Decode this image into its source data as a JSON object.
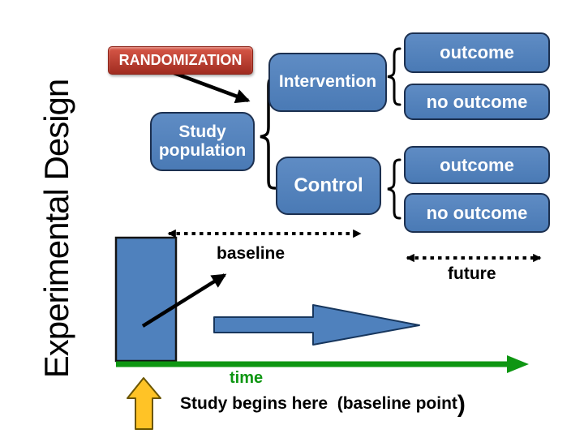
{
  "slide": {
    "title": "Experimental Design",
    "randomization_label": "RANDOMIZATION",
    "study_population_label": "Study population",
    "intervention_label": "Intervention",
    "control_label": "Control",
    "outcomes": [
      {
        "label": "outcome"
      },
      {
        "label": "no outcome"
      },
      {
        "label": "outcome"
      },
      {
        "label": "no outcome"
      }
    ],
    "baseline_label": "baseline",
    "future_label": "future",
    "time_label": "time",
    "study_begins_text": "Study begins here  (baseline point",
    "study_begins_paren": ")",
    "colors": {
      "box_blue": "#4f81bd",
      "box_border": "#1c3050",
      "randomization_red_top": "#d85848",
      "randomization_red_bottom": "#a02c20",
      "arrow_navy": "#17365d",
      "green": "#0e9612",
      "yellow": "#ffc326",
      "yellow_border": "#6b5500",
      "black": "#000000",
      "white": "#ffffff",
      "title_color": "#000000"
    }
  }
}
